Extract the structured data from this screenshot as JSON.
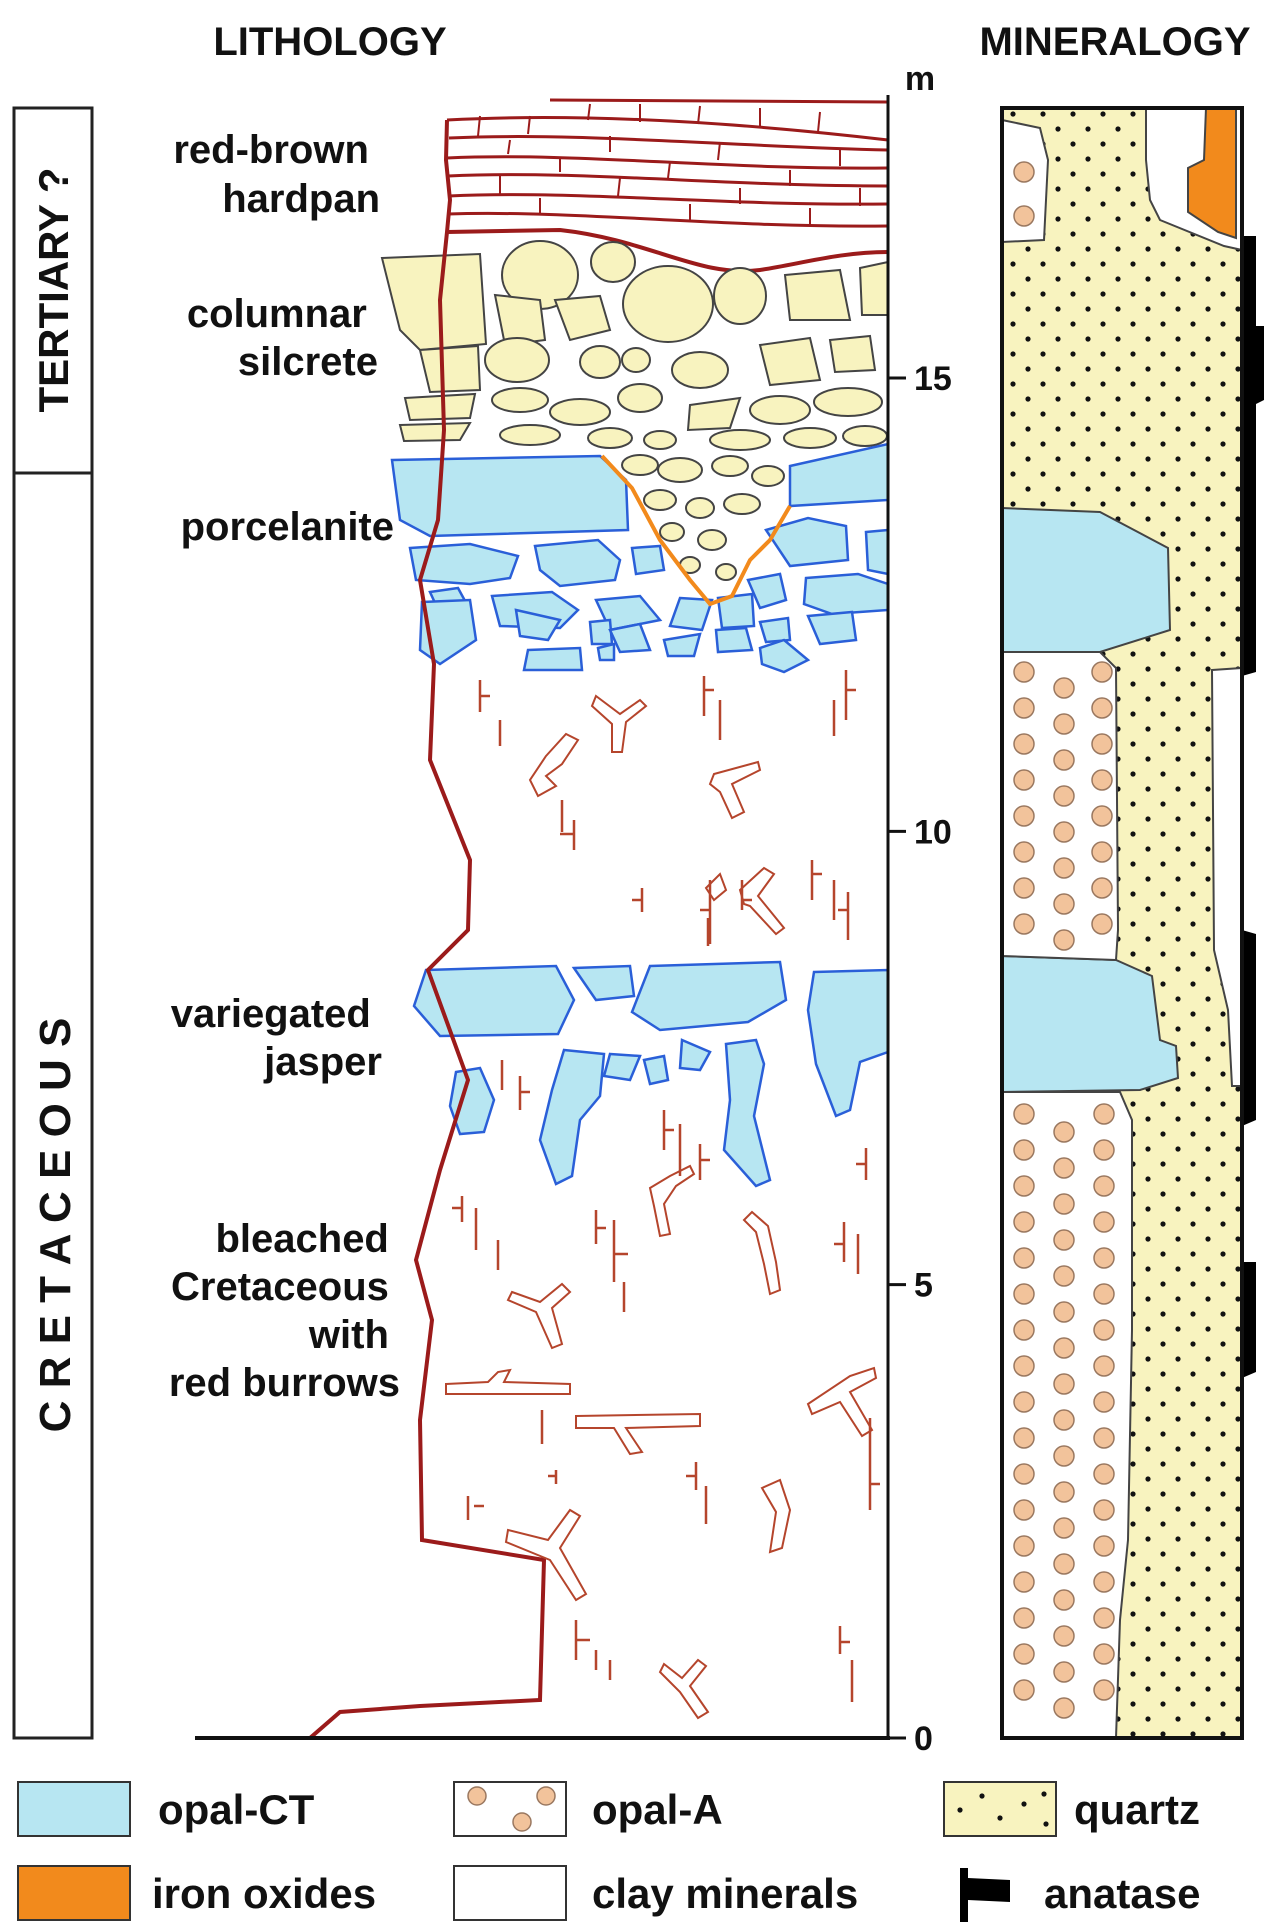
{
  "headings": {
    "lithology": "LITHOLOGY",
    "mineralogy": "MINERALOGY"
  },
  "periods": [
    {
      "label": "TERTIARY ?"
    },
    {
      "label": "C R E T A C E O U S"
    }
  ],
  "scale": {
    "unit": "m",
    "ticks": [
      {
        "label": "15",
        "value": 15
      },
      {
        "label": "10",
        "value": 10
      },
      {
        "label": "5",
        "value": 5
      },
      {
        "label": "0",
        "value": 0
      }
    ],
    "min": 0,
    "max": 18
  },
  "units": [
    {
      "lines": [
        "red-brown",
        "hardpan"
      ]
    },
    {
      "lines": [
        "columnar",
        "silcrete"
      ]
    },
    {
      "lines": [
        "porcelanite"
      ]
    },
    {
      "lines": [
        "variegated",
        "jasper"
      ]
    },
    {
      "lines": [
        "bleached",
        "Cretaceous",
        "with",
        "red burrows"
      ]
    }
  ],
  "legend": [
    {
      "label": "opal-CT",
      "color": "#b7e6f2",
      "icon": "solid-swatch"
    },
    {
      "label": "opal-A",
      "color": "#f2c39b",
      "icon": "circles-swatch"
    },
    {
      "label": "quartz",
      "color": "#f8f3bf",
      "icon": "dots-swatch"
    },
    {
      "label": "iron oxides",
      "color": "#f28a1c",
      "icon": "solid-swatch"
    },
    {
      "label": "clay minerals",
      "color": "#ffffff",
      "icon": "solid-swatch"
    },
    {
      "label": "anatase",
      "color": "#000000",
      "icon": "flag-icon"
    }
  ],
  "colors": {
    "hardpan_line": "#9b1b1b",
    "silcrete": "#f8f3bf",
    "opal_ct": "#b7e6f2",
    "opal_ct_outline": "#2a5fd8",
    "burrow": "#b5452c",
    "iron_oxide": "#f28a1c"
  }
}
